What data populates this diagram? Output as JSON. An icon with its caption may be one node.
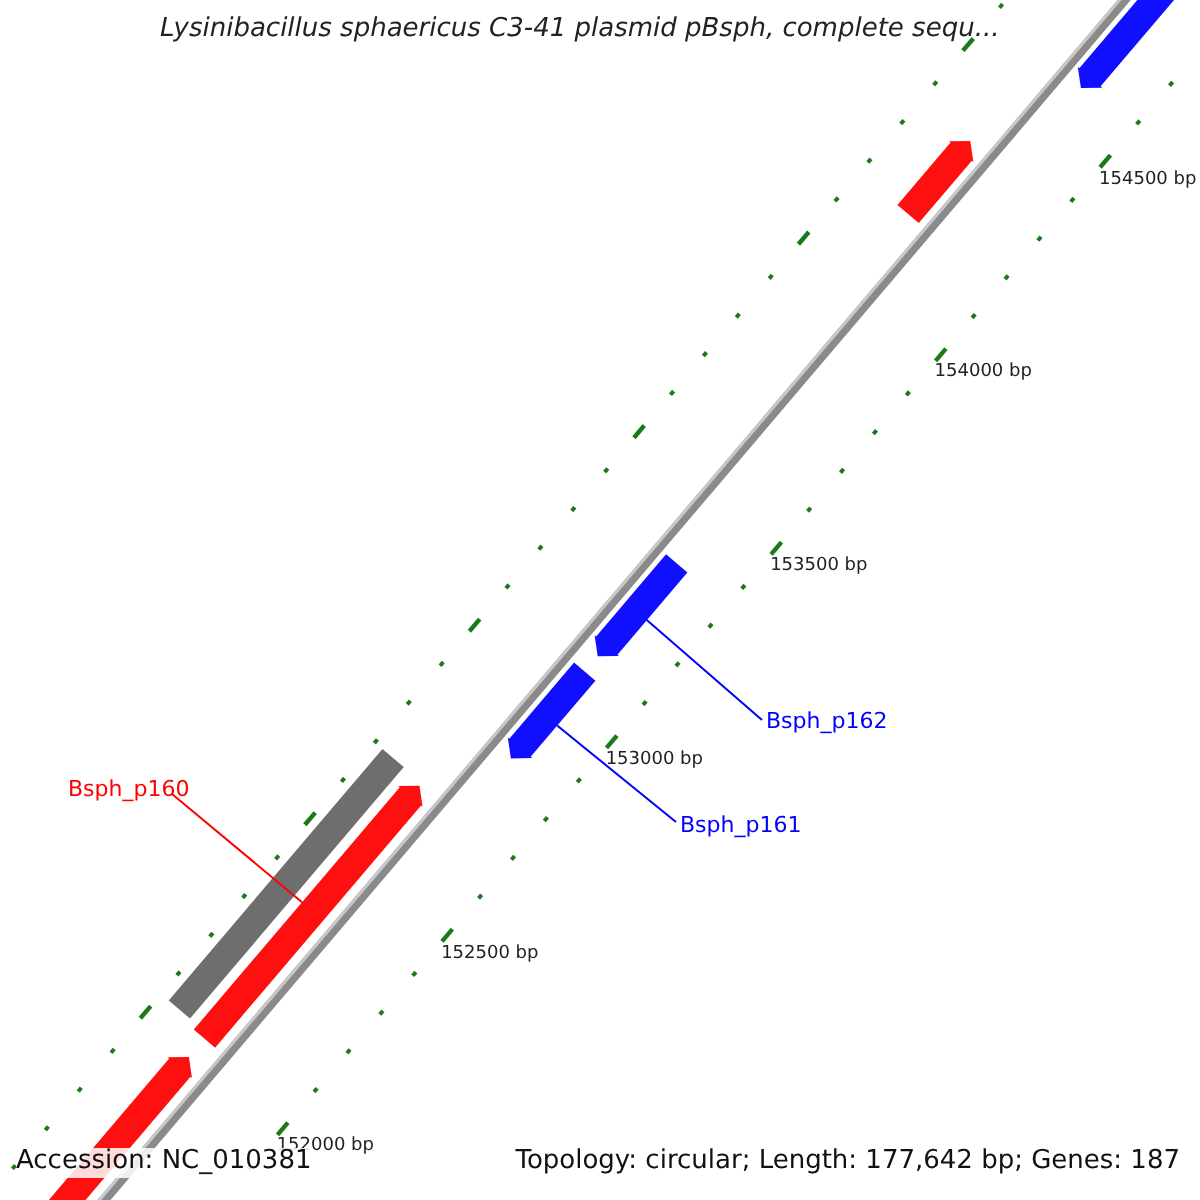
{
  "diagram": {
    "title": "Lysinibacillus sphaericus C3-41 plasmid pBsph, complete sequ...",
    "nodes": [
      {
        "text": [
          "Bsph_p160"
        ]
      },
      {
        "text": [],
        "shape": "bar"
      },
      {
        "text": [
          "Bsph_p162"
        ]
      },
      {
        "text": [],
        "shape": "bar"
      },
      {
        "text": [
          "Bsph_p161"
        ]
      },
      {
        "text": [],
        "shape": "bar"
      }
    ],
    "edges": [
      {
        "from": 0,
        "to": 1,
        "arrow": "none",
        "color": "#ff0000"
      },
      {
        "from": 2,
        "to": 3,
        "arrow": "none"
      },
      {
        "from": 4,
        "to": 5,
        "arrow": "none"
      }
    ],
    "labels": [
      "154500 bp",
      "154000 bp",
      "153500 bp",
      "153000 bp",
      "152500 bp",
      "152000 bp",
      "Accession: NC_010381",
      "Topology: circular; Length: 177,642 bp; Genes: 187"
    ]
  }
}
